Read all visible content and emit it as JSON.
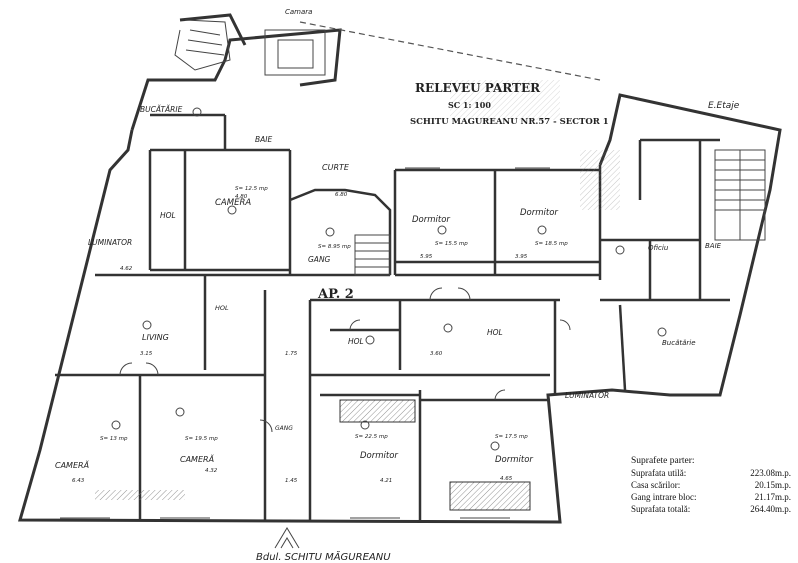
{
  "title": {
    "line1": "RELEVEU PARTER",
    "line2": "SC 1: 100",
    "line3": "SCHITU MAGUREANU NR.57 - SECTOR 1"
  },
  "street": "Bdul. SCHITU MĂGUREANU",
  "labels": {
    "curte": "CURTE",
    "luminator_left": "LUMINATOR",
    "luminator_right": "LUMINATOR",
    "ap2": "AP. 2",
    "etaj": "E.Etaje",
    "camara": "Camara"
  },
  "rooms": {
    "bucatarie_top": "BUCĂTĂRIE",
    "baie_top": "BAIE",
    "camera_top": "CAMERA",
    "camera_top_area": "S= 12.5 mp",
    "hol_left": "HOL",
    "gang_top": "GANG",
    "gang_top_area": "S= 8.95 mp",
    "dormitor_a": "Dormitor",
    "dormitor_a_area": "S= 15.5 mp",
    "dormitor_b": "Dormitor",
    "dormitor_b_area": "S= 18.5 mp",
    "living": "LIVING",
    "hol_small": "HOL",
    "hol_center": "HOL",
    "hol_right": "HOL",
    "oficiu": "Oficiu",
    "baie_right": "BAIE",
    "bucatarie_right": "Bucătărie",
    "camera_bl": "CAMERĂ",
    "camera_bl_area": "S= 13 mp",
    "camera_b2": "CAMERĂ",
    "camera_b2_area": "S= 19.5 mp",
    "gang_bottom": "GANG",
    "dormitor_c": "Dormitor",
    "dormitor_c_area": "S= 22.5 mp",
    "dormitor_d": "Dormitor",
    "dormitor_d_area": "S= 17.5 mp"
  },
  "dims": [
    "6.80",
    "3.95",
    "5.95",
    "3.15",
    "3.60",
    "1.75",
    "4.21",
    "4.65",
    "4.32",
    "6.43",
    "1.45",
    "4.80",
    "4.62"
  ],
  "summary": {
    "heading": "Suprafete parter:",
    "rows": [
      {
        "label": "Suprafata utilă:",
        "value": "223.08m.p."
      },
      {
        "label": "Casa scărilor:",
        "value": "20.15m.p."
      },
      {
        "label": "Gang intrare bloc:",
        "value": "21.17m.p."
      },
      {
        "label": "Suprafata totală:",
        "value": "264.40m.p."
      }
    ]
  }
}
